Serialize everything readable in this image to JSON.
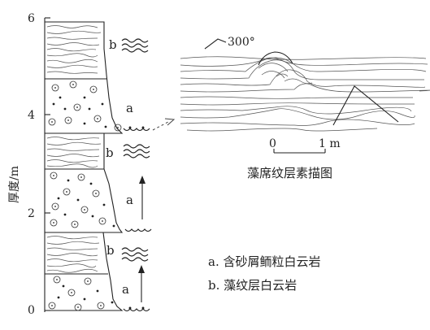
{
  "axis": {
    "label": "厚度/m",
    "ticks": [
      "6",
      "4",
      "2",
      "0"
    ]
  },
  "column": {
    "lithology_letters": [
      {
        "id": "b-top",
        "letter": "b"
      },
      {
        "id": "a-upper",
        "letter": "a"
      },
      {
        "id": "b-middle",
        "letter": "b"
      },
      {
        "id": "a-middle",
        "letter": "a"
      },
      {
        "id": "b-lower",
        "letter": "b"
      },
      {
        "id": "a-lower",
        "letter": "a"
      }
    ]
  },
  "sketch": {
    "title": "藻席纹层素描图",
    "dip": "300°",
    "scale_zero": "0",
    "scale_value": "1 m"
  },
  "legend": {
    "a": "a. 含砂屑鲕粒白云岩",
    "b": "b. 藻纹层白云岩"
  }
}
